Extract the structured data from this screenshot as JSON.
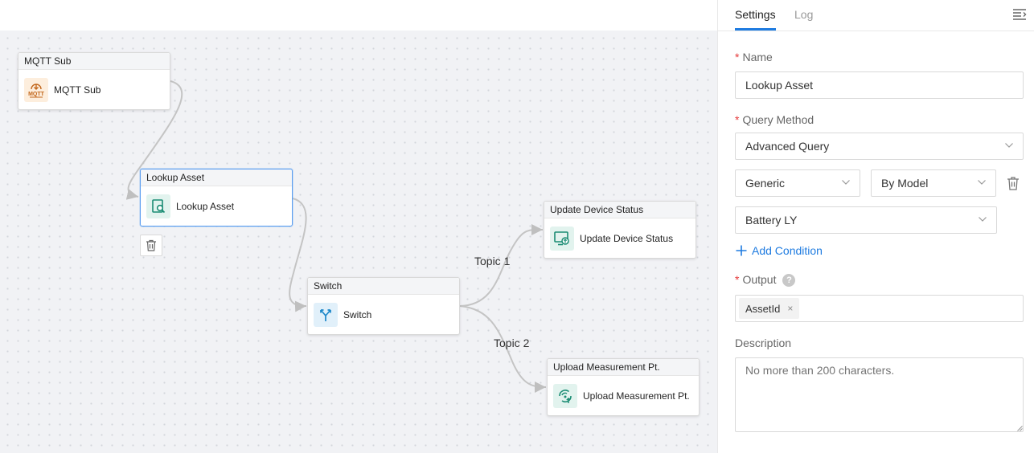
{
  "canvas": {
    "nodes": [
      {
        "id": "mqtt",
        "header": "MQTT Sub",
        "title": "MQTT Sub",
        "icon": "mqtt-icon"
      },
      {
        "id": "lookup",
        "header": "Lookup Asset",
        "title": "Lookup Asset",
        "icon": "lookup-asset-icon",
        "selected": true
      },
      {
        "id": "switch",
        "header": "Switch",
        "title": "Switch",
        "icon": "switch-branch-icon"
      },
      {
        "id": "update",
        "header": "Update Device Status",
        "title": "Update Device Status",
        "icon": "device-status-icon"
      },
      {
        "id": "upload",
        "header": "Upload Measurement Pt.",
        "title": "Upload Measurement Pt.",
        "icon": "upload-measurement-icon"
      }
    ],
    "mqtt_icon_text": "MQTT",
    "edge_labels": {
      "topic1": "Topic 1",
      "topic2": "Topic 2"
    }
  },
  "panel": {
    "tabs": [
      {
        "label": "Settings",
        "active": true
      },
      {
        "label": "Log",
        "active": false
      }
    ],
    "required_mark": "*",
    "name": {
      "label": "Name",
      "value": "Lookup Asset"
    },
    "query_method": {
      "label": "Query Method",
      "value": "Advanced Query"
    },
    "condition": {
      "scope": "Generic",
      "by": "By Model",
      "model": "Battery LY"
    },
    "add_condition": "Add Condition",
    "output": {
      "label": "Output",
      "help": "?",
      "tags": [
        "AssetId"
      ],
      "tag_close": "×"
    },
    "description": {
      "label": "Description",
      "placeholder": "No more than 200 characters."
    }
  },
  "colors": {
    "accent": "#1e7be0",
    "required": "#e5393a",
    "node_green": "#1a8c73",
    "node_blue": "#1c87c9",
    "mqtt_orange": "#c2661b"
  }
}
